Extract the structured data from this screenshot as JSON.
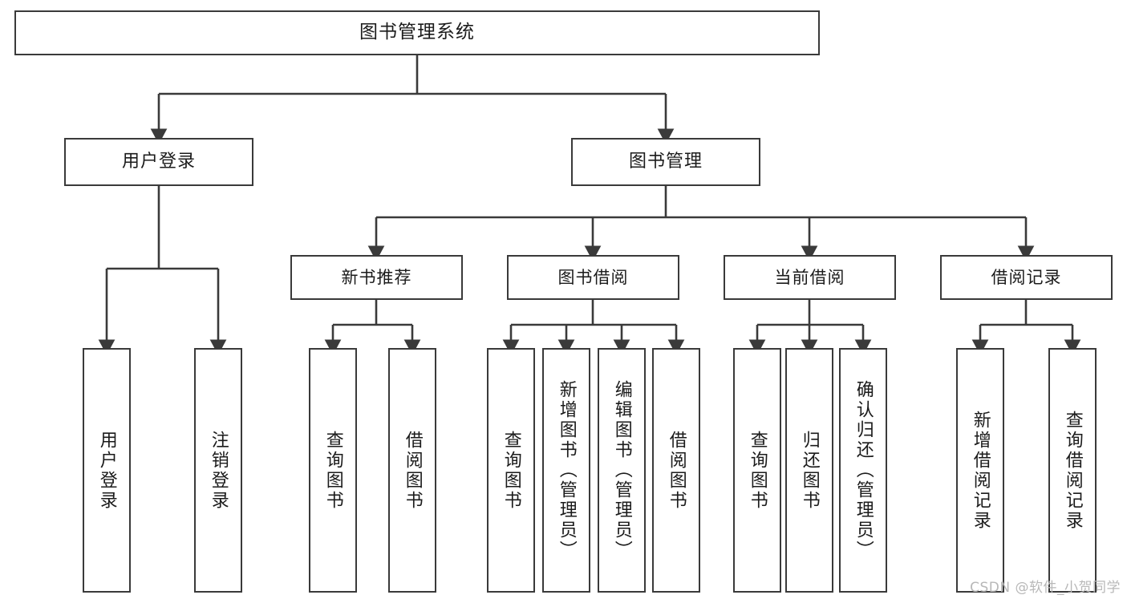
{
  "diagram": {
    "title": "图书管理系统",
    "root": {
      "label": "图书管理系统"
    },
    "level1": [
      {
        "label": "用户登录"
      },
      {
        "label": "图书管理"
      }
    ],
    "level2": [
      {
        "label": "新书推荐"
      },
      {
        "label": "图书借阅"
      },
      {
        "label": "当前借阅"
      },
      {
        "label": "借阅记录"
      }
    ],
    "leaves": {
      "user_login": [
        {
          "label": "用户登录"
        },
        {
          "label": "注销登录"
        }
      ],
      "new_book_recommend": [
        {
          "label": "查询图书"
        },
        {
          "label": "借阅图书"
        }
      ],
      "book_borrow": [
        {
          "label": "查询图书"
        },
        {
          "label": "新增图书（管理员）"
        },
        {
          "label": "编辑图书（管理员）"
        },
        {
          "label": "借阅图书"
        }
      ],
      "current_borrow": [
        {
          "label": "查询图书"
        },
        {
          "label": "归还图书"
        },
        {
          "label": "确认归还（管理员）"
        }
      ],
      "borrow_record": [
        {
          "label": "新增借阅记录"
        },
        {
          "label": "查询借阅记录"
        }
      ]
    }
  },
  "watermark": {
    "text": "CSDN @软件_小贺同学"
  },
  "colors": {
    "stroke": "#3a3a3a",
    "text": "#1b1b1b",
    "background": "#ffffff",
    "watermark": "#b8b8b8"
  }
}
